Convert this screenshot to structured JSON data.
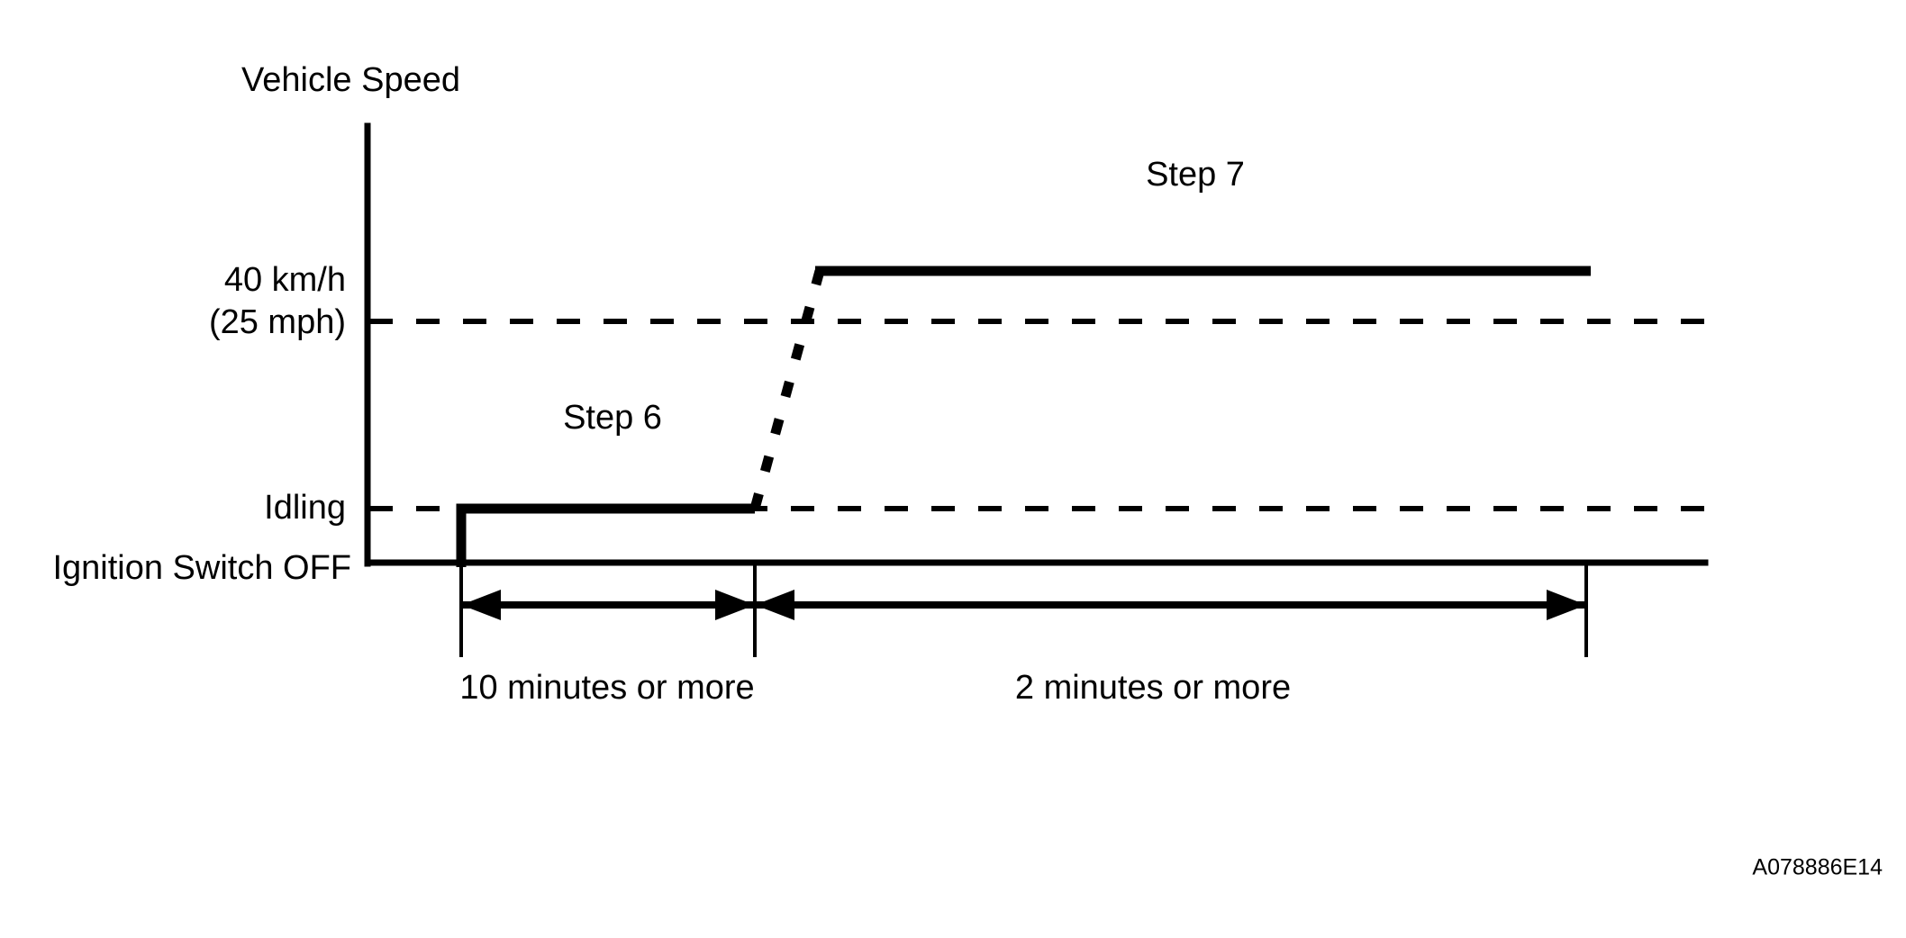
{
  "figure": {
    "title": "Vehicle Speed",
    "reference_code": "A078886E14",
    "background_color": "#ffffff",
    "line_color": "#000000"
  },
  "chart_data": {
    "type": "line",
    "title": "Vehicle Speed",
    "xlabel": "",
    "ylabel": "Vehicle Speed",
    "grid": false,
    "legend": "none",
    "y_levels": [
      {
        "id": "ignition-off",
        "label": "Ignition Switch OFF",
        "value": 0,
        "dashed_guide": false
      },
      {
        "id": "idling",
        "label": "Idling",
        "value": 1,
        "dashed_guide": true
      },
      {
        "id": "speed-40",
        "label_line1": "40 km/h",
        "label_line2": "(25 mph)",
        "value": 2,
        "dashed_guide": true
      }
    ],
    "segments": [
      {
        "name": "ignition-on-rise",
        "style": "solid",
        "from": {
          "t": 0,
          "level": "ignition-off"
        },
        "to": {
          "t": 0,
          "level": "idling"
        }
      },
      {
        "name": "step-6-idle-plateau",
        "style": "solid",
        "from": {
          "t": 0,
          "level": "idling"
        },
        "to": {
          "t": 10,
          "level": "idling"
        }
      },
      {
        "name": "acceleration-ramp",
        "style": "dashed",
        "from": {
          "t": 10,
          "level": "idling"
        },
        "to": {
          "t": 11,
          "level": "speed-40"
        }
      },
      {
        "name": "step-7-cruise-plateau",
        "style": "solid",
        "from": {
          "t": 11,
          "level": "speed-40"
        },
        "to": {
          "t": 23,
          "level": "speed-40"
        }
      }
    ],
    "step_annotations": [
      {
        "id": "step-6",
        "label": "Step 6"
      },
      {
        "id": "step-7",
        "label": "Step 7"
      }
    ],
    "duration_annotations": [
      {
        "id": "duration-1",
        "label": "10 minutes or more",
        "minutes": 10,
        "comparator": "or more"
      },
      {
        "id": "duration-2",
        "label": "2 minutes or more",
        "minutes": 2,
        "comparator": "or more"
      }
    ]
  },
  "labels": {
    "y_axis_title": "Vehicle Speed",
    "speed_40_kmh": "40 km/h",
    "speed_25_mph": "(25 mph)",
    "idling": "Idling",
    "ignition_switch_off": "Ignition Switch OFF",
    "step_6": "Step 6",
    "step_7": "Step 7",
    "duration_10_min": "10 minutes or more",
    "duration_2_min": "2 minutes or more",
    "reference_code": "A078886E14"
  }
}
